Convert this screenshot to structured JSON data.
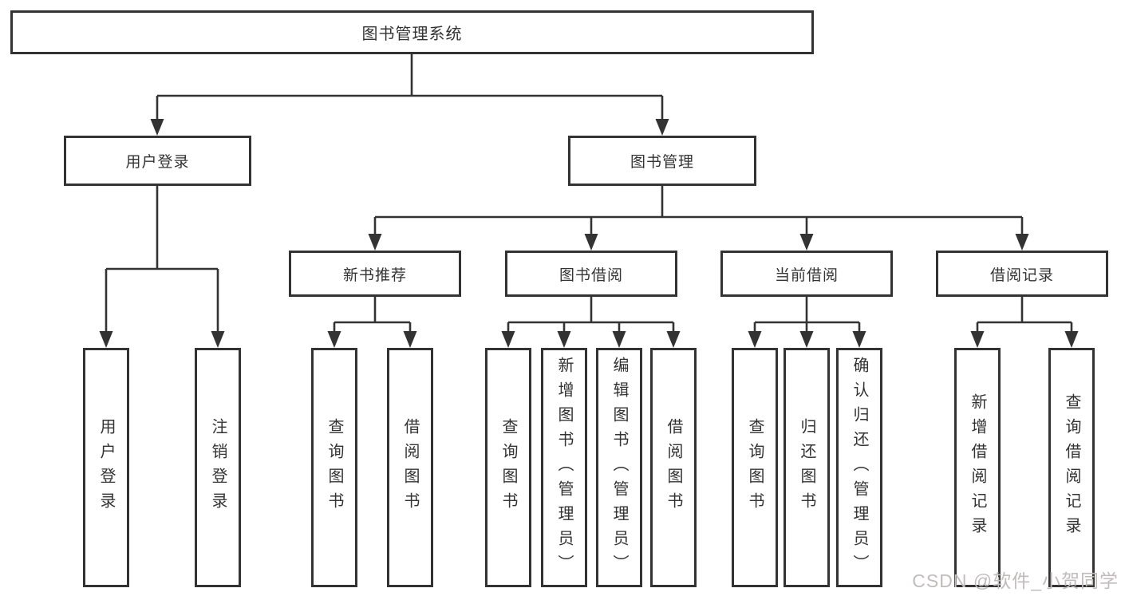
{
  "tree": {
    "label": "图书管理系统",
    "children": [
      {
        "label": "用户登录",
        "children": [
          {
            "label": "用户登录"
          },
          {
            "label": "注销登录"
          }
        ]
      },
      {
        "label": "图书管理",
        "children": [
          {
            "label": "新书推荐",
            "children": [
              {
                "label": "查询图书"
              },
              {
                "label": "借阅图书"
              }
            ]
          },
          {
            "label": "图书借阅",
            "children": [
              {
                "label": "查询图书"
              },
              {
                "label": "新增图书（管理员）"
              },
              {
                "label": "编辑图书（管理员）"
              },
              {
                "label": "借阅图书"
              }
            ]
          },
          {
            "label": "当前借阅",
            "children": [
              {
                "label": "查询图书"
              },
              {
                "label": "归还图书"
              },
              {
                "label": "确认归还（管理员）"
              }
            ]
          },
          {
            "label": "借阅记录",
            "children": [
              {
                "label": "新增借阅记录"
              },
              {
                "label": "查询借阅记录"
              }
            ]
          }
        ]
      }
    ]
  },
  "watermark": "CSDN @软件_小贺同学",
  "colors": {
    "line": "#333333",
    "box_border": "#333333",
    "text": "#333333",
    "background": "#ffffff",
    "watermark": "#c0bcbc"
  }
}
